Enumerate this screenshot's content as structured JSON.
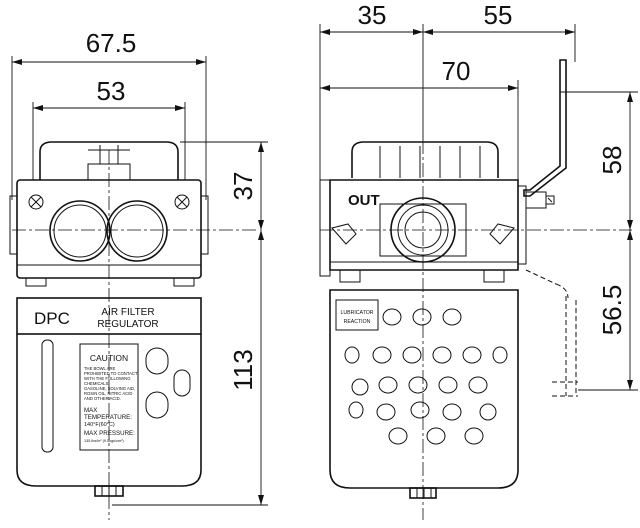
{
  "dimensions": {
    "width_overall": "67.5",
    "width_body": "53",
    "height_upper": "37",
    "height_lower": "113",
    "depth_front": "35",
    "depth_rear": "55",
    "bracket_offset": "70",
    "bracket_height": "58",
    "bracket_drop": "56.5"
  },
  "front_view": {
    "brand": "DPC",
    "product_line1": "AIR FILTER",
    "product_line2": "REGULATOR",
    "caution_title": "CAUTION",
    "caution_lines": [
      "THE BOWL ARE",
      "PROHIBITED TO CONTACT",
      "WITH THE FOLLOWING",
      "CHEMICALS:",
      "GASOLINE, SOLVING AID,",
      "ROSIN OIL, NITRIC ACID",
      "AND OTHER ACID."
    ],
    "temp_label": "MAX",
    "temp_label2": "TEMPERATURE:",
    "temp_value": "140°F(60°C)",
    "pressure_label": "MAX PRESSURE:",
    "pressure_value": "135 lbs/in² (9.5kgs/cm²)"
  },
  "side_view": {
    "port_label": "OUT",
    "plate_line1": "LUBRICATOR",
    "plate_line2": "REACTION"
  }
}
